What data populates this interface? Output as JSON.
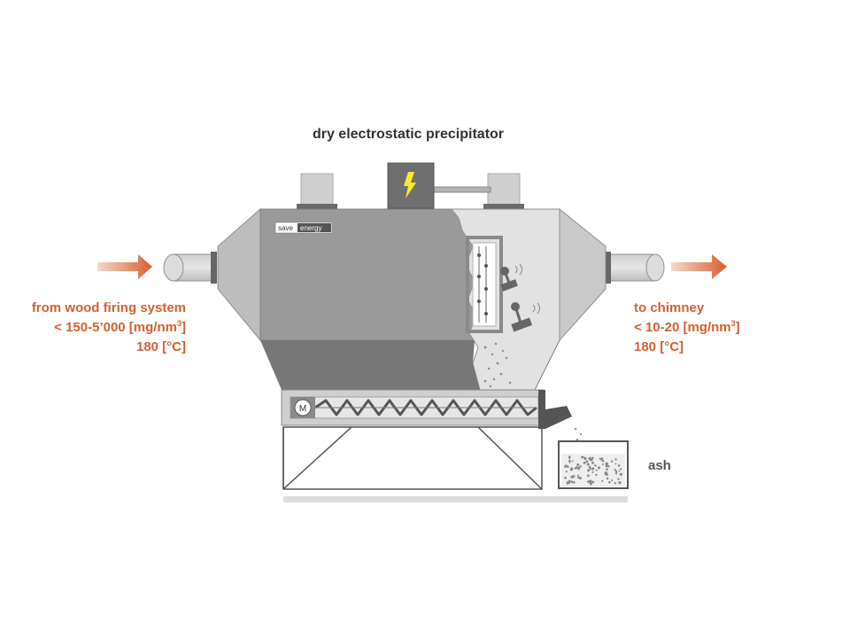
{
  "title": "dry electrostatic precipitator",
  "inlet": {
    "line1": "from wood firing system",
    "line2_prefix": "< 150-5’000 [mg/nm",
    "line2_sup": "3",
    "line2_suffix": "]",
    "line3": "180 [°C]"
  },
  "outlet": {
    "line1": "to chimney",
    "line2_prefix": "< 10-20 [mg/nm",
    "line2_sup": "3",
    "line2_suffix": "]",
    "line3": "180 [°C]"
  },
  "ash_label": "ash",
  "brand": {
    "left": "save",
    "right": "energy"
  },
  "motor_label": "M",
  "colors": {
    "accent": "#d4602f",
    "arrow_start": "#f6d7c8",
    "arrow_end": "#d4602f",
    "body_dark": "#9a9a9a",
    "body_light": "#d6d6d6",
    "body_bottom": "#777777",
    "bolt": "#ffe92e"
  },
  "icons": [
    "high-voltage-icon",
    "motor-icon",
    "screw-conveyor-icon",
    "rapper-hammer-icon"
  ]
}
